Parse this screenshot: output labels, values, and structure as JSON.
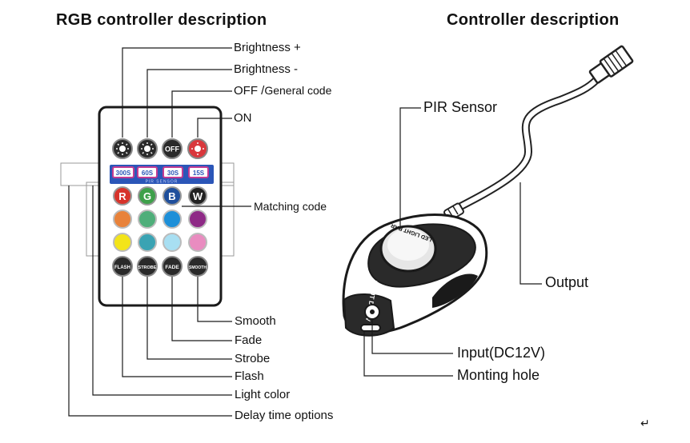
{
  "titles": {
    "left": "RGB controller description",
    "right": "Controller description"
  },
  "remote": {
    "top_buttons": [
      "OFF"
    ],
    "timer_buttons": [
      "300S",
      "60S",
      "30S",
      "15S"
    ],
    "timer_strip_text": "PIR SENSOR",
    "letter_buttons": [
      "R",
      "G",
      "B",
      "W"
    ],
    "mode_buttons": [
      "FLASH",
      "STROBE",
      "FADE",
      "SMOOTH"
    ],
    "colors": {
      "row2": [
        "#e8823a",
        "#4fae7a",
        "#1d8fd8",
        "#8e2a86"
      ],
      "row3": [
        "#f3e419",
        "#3aa3b3",
        "#a8dff2",
        "#e98cc0"
      ],
      "R": "#d7332b",
      "G": "#3ea04a",
      "B": "#1f4f9c",
      "W": "#222222",
      "timer_strip": "#2b56b8",
      "on_button": "#d9373c"
    }
  },
  "remote_labels": {
    "brightness_plus": "Brightness +",
    "brightness_minus": "Brightness -",
    "off_prefix": "OFF /",
    "off_general": "General code",
    "on": "ON",
    "matching_code": "Matching code",
    "smooth": "Smooth",
    "fade": "Fade",
    "strobe": "Strobe",
    "flash": "Flash",
    "light_color": "Light color",
    "delay_time": "Delay time options"
  },
  "controller_labels": {
    "pir_sensor": "PIR Sensor",
    "output": "Output",
    "input": "Input(DC12V)",
    "mounting_hole": "Monting hole",
    "body_text_1": "LED LIGHT BAR",
    "body_text_2": "INPUT DC12V"
  }
}
